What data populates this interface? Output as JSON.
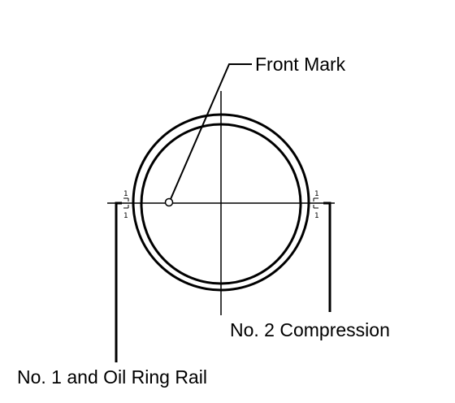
{
  "labels": {
    "front_mark": "Front Mark",
    "no2_compression": "No. 2 Compression",
    "no1_oil_ring_rail": "No. 1 and Oil Ring Rail"
  },
  "gap_marks": {
    "left_upper": "1",
    "left_lower": "1",
    "right_upper": "1",
    "right_lower": "1"
  },
  "colors": {
    "line": "#000000",
    "background": "#ffffff"
  }
}
